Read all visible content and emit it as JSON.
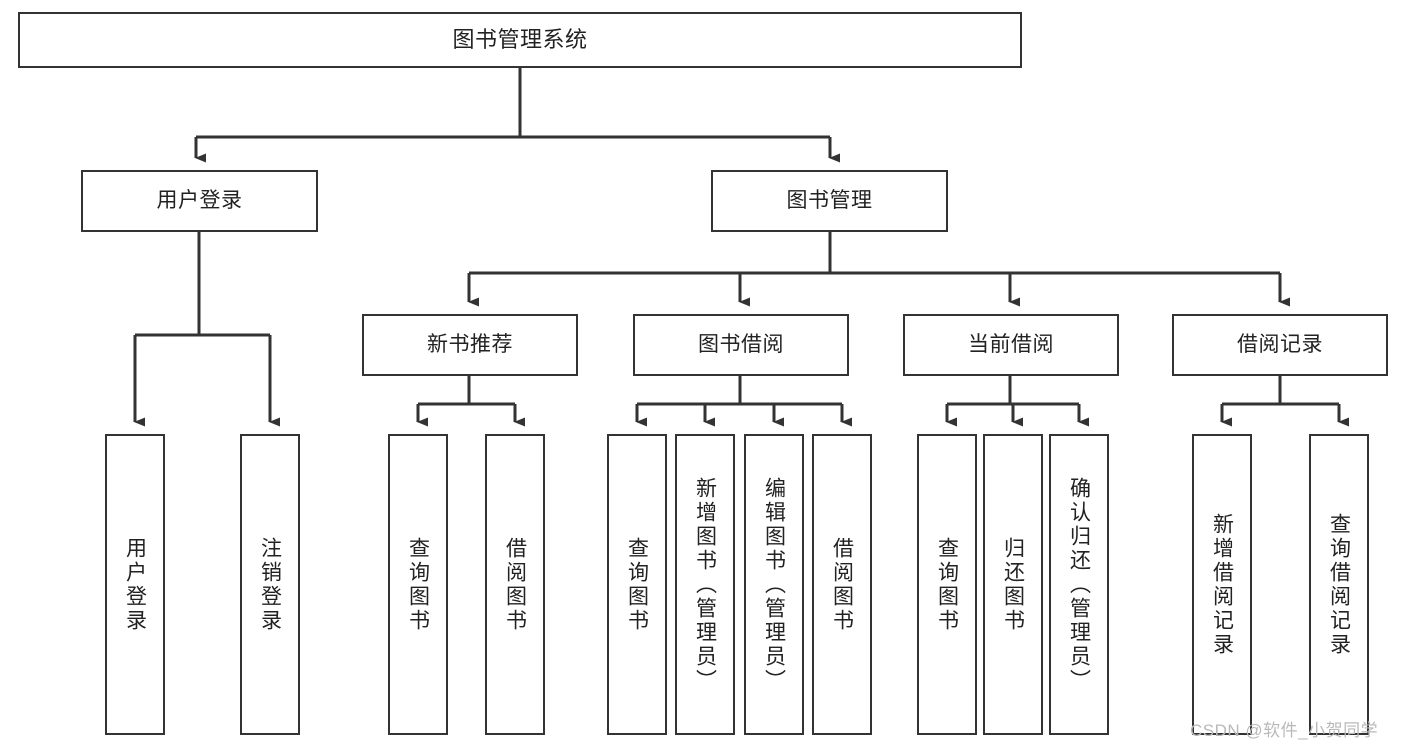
{
  "diagram": {
    "type": "tree-hierarchy",
    "title": "图书管理系统",
    "watermark": "CSDN @软件_小贺同学",
    "colors": {
      "box_border": "#333333",
      "box_fill": "#ffffff",
      "connector": "#333333",
      "text": "#222222",
      "watermark": "#b9b9b9",
      "background": "#ffffff"
    },
    "nodes": {
      "root": {
        "label": "图书管理系统",
        "orientation": "horizontal"
      },
      "level2": [
        {
          "label": "用户登录",
          "orientation": "horizontal"
        },
        {
          "label": "图书管理",
          "orientation": "horizontal"
        }
      ],
      "level3": [
        {
          "label": "新书推荐",
          "orientation": "horizontal"
        },
        {
          "label": "图书借阅",
          "orientation": "horizontal"
        },
        {
          "label": "当前借阅",
          "orientation": "horizontal"
        },
        {
          "label": "借阅记录",
          "orientation": "horizontal"
        }
      ],
      "leaves_user_login": [
        {
          "label": "用户登录",
          "orientation": "vertical"
        },
        {
          "label": "注销登录",
          "orientation": "vertical"
        }
      ],
      "leaves_new_book": [
        {
          "label": "查询图书",
          "orientation": "vertical"
        },
        {
          "label": "借阅图书",
          "orientation": "vertical"
        }
      ],
      "leaves_borrow": [
        {
          "label": "查询图书",
          "orientation": "vertical"
        },
        {
          "label": "新增图书（管理员）",
          "orientation": "vertical"
        },
        {
          "label": "编辑图书（管理员）",
          "orientation": "vertical"
        },
        {
          "label": "借阅图书",
          "orientation": "vertical"
        }
      ],
      "leaves_current": [
        {
          "label": "查询图书",
          "orientation": "vertical"
        },
        {
          "label": "归还图书",
          "orientation": "vertical"
        },
        {
          "label": "确认归还（管理员）",
          "orientation": "vertical"
        }
      ],
      "leaves_record": [
        {
          "label": "新增借阅记录",
          "orientation": "vertical"
        },
        {
          "label": "查询借阅记录",
          "orientation": "vertical"
        }
      ]
    }
  }
}
